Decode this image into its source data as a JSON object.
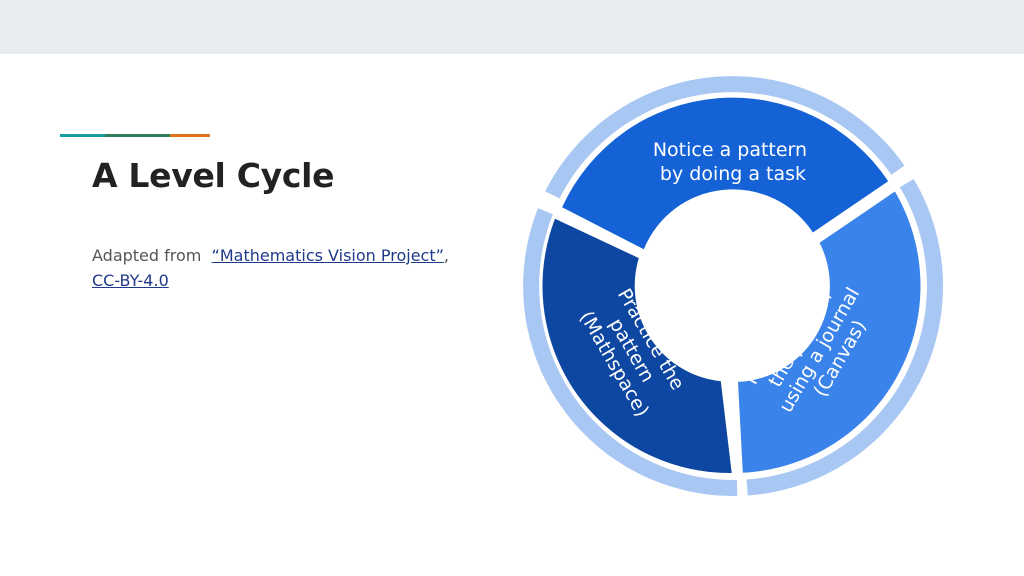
{
  "slide": {
    "title": "A Level Cycle",
    "attribution": {
      "prefix": "Adapted from",
      "source_link": "“Mathematics Vision Project”",
      "separator": ",",
      "license_link": "CC-BY-4.0"
    },
    "accent_colors": [
      "#1a9c9c",
      "#2e7d5b",
      "#e2711d"
    ]
  },
  "cycle": {
    "colors": {
      "outer_ring": "#a9c7f3",
      "segment_top": "#1462d6",
      "segment_right": "#3a83ea",
      "segment_left": "#0d47a1",
      "text": "#ffffff"
    },
    "segments": [
      {
        "lines": [
          "Notice a pattern",
          "by doing a task"
        ]
      },
      {
        "lines": [
          "Reflect about",
          "the pattern",
          "using a journal",
          "(Canvas)"
        ]
      },
      {
        "lines": [
          "Practice the",
          "pattern",
          "(Mathspace)"
        ]
      }
    ]
  }
}
